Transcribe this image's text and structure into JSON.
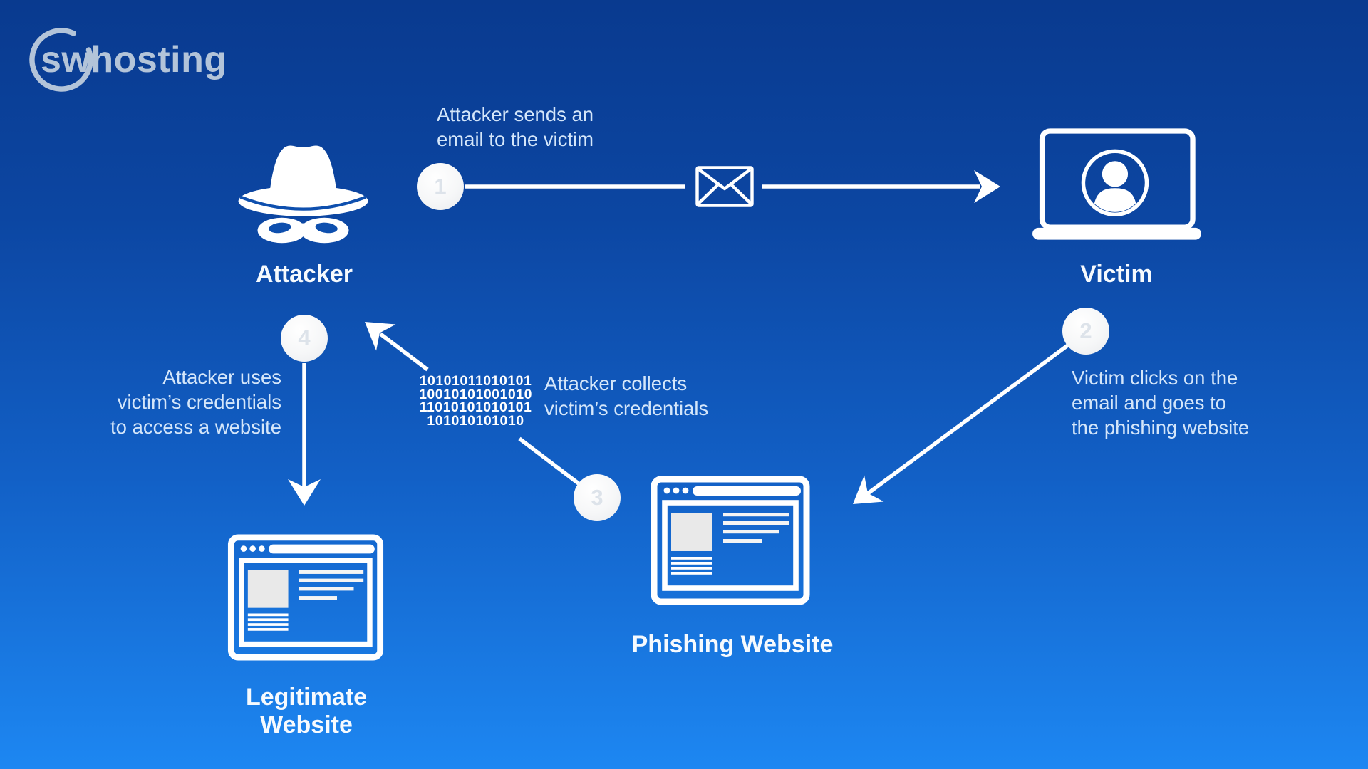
{
  "colors": {
    "background_top": "#093a8f",
    "background_bottom": "#1d87f2",
    "icon_white": "#ffffff",
    "step_text": "#d4e6fa",
    "logo_gray_blue": "#b3c4d9",
    "badge_fill": "#f6f7f8",
    "badge_number": "#dde3ea"
  },
  "logo": {
    "circle_text": "sw",
    "rest_text": "hosting",
    "full_text": "swhosting"
  },
  "nodes": {
    "attacker": {
      "label": "Attacker"
    },
    "victim": {
      "label": "Victim"
    },
    "phishing_website": {
      "label": "Phishing Website"
    },
    "legitimate_website": {
      "label": "Legitimate Website"
    }
  },
  "steps": [
    {
      "number": "1",
      "lines": [
        "Attacker sends an",
        "email to the victim"
      ]
    },
    {
      "number": "2",
      "lines": [
        "Victim clicks on the",
        "email and goes to",
        "the phishing website"
      ]
    },
    {
      "number": "3",
      "lines": [
        "Attacker collects",
        "victim’s credentials"
      ]
    },
    {
      "number": "4",
      "lines": [
        "Attacker uses",
        "victim’s credentials",
        "to access a website"
      ]
    }
  ],
  "binary": {
    "lines": [
      "10101011010101",
      "10010101001010",
      "11010101010101",
      "101010101010"
    ]
  }
}
